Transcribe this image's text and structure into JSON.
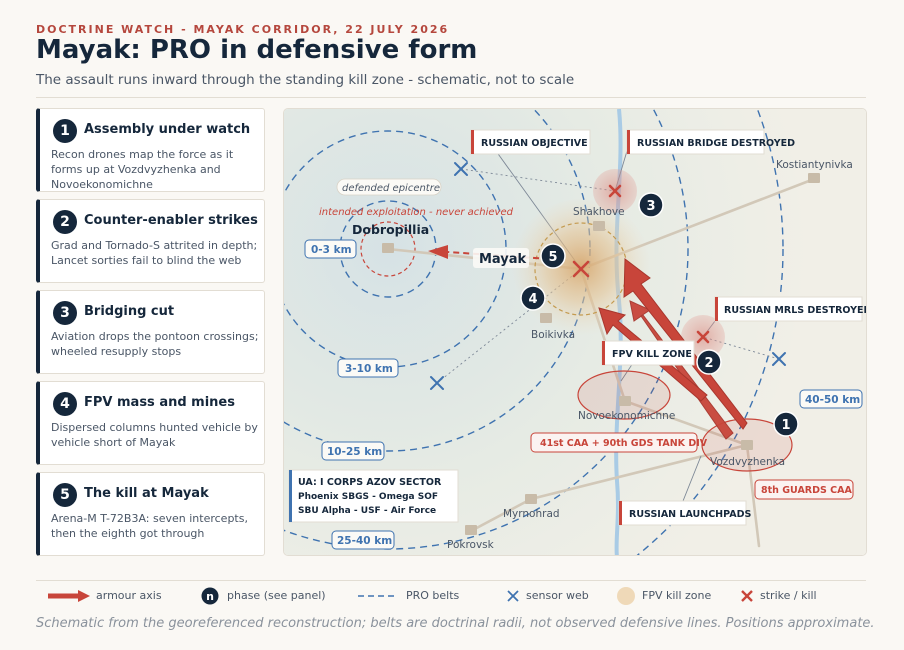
{
  "header": {
    "kicker": "DOCTRINE WATCH - MAYAK CORRIDOR, 22 JULY 2026",
    "title": "Mayak: PRO in defensive form",
    "subtitle": "The assault runs inward through the standing kill zone - schematic, not to scale"
  },
  "phases": [
    {
      "num": "1",
      "title": "Assembly under watch",
      "body": "Recon drones map the force as it forms up at Vozdvyzhenka and Novoekonomichne"
    },
    {
      "num": "2",
      "title": "Counter-enabler strikes",
      "body": "Grad and Tornado-S attrited in depth; Lancet sorties fail to blind the web"
    },
    {
      "num": "3",
      "title": "Bridging cut",
      "body": "Aviation drops the pontoon crossings; wheeled resupply stops"
    },
    {
      "num": "4",
      "title": "FPV mass and mines",
      "body": "Dispersed columns hunted vehicle by vehicle short of Mayak"
    },
    {
      "num": "5",
      "title": "The kill at Mayak",
      "body": "Arena-M T-72B3A: seven intercepts, then the eighth got through"
    }
  ],
  "map": {
    "places": {
      "dobropillia": "Dobropillia",
      "mayak": "Mayak",
      "shakhove": "Shakhove",
      "boikivka": "Boikivka",
      "kostiantynivka": "Kostiantynivka",
      "novoekonomichne": "Novoekonomichne",
      "vozdvyzhenka": "Vozdvyzhenka",
      "myrnohrad": "Myrnohrad",
      "pokrovsk": "Pokrovsk"
    },
    "annotations": {
      "defended_epicentre": "defended epicentre",
      "intended_exploitation": "intended exploitation - never achieved"
    },
    "belts": [
      "0-3 km",
      "3-10 km",
      "10-25 km",
      "25-40 km",
      "40-50 km"
    ],
    "callouts": {
      "objective": "RUSSIAN OBJECTIVE",
      "bridge": "RUSSIAN BRIDGE DESTROYED",
      "mrls": "RUSSIAN MRLS DESTROYED",
      "kill_zone": "FPV KILL ZONE",
      "launchpads": "RUSSIAN LAUNCHPADS"
    },
    "red_labels": {
      "caa41": "41st CAA + 90th GDS TANK DIV",
      "guards8": "8th GUARDS CAA"
    },
    "phase_markers": [
      "1",
      "2",
      "3",
      "4",
      "5"
    ],
    "ua_box": {
      "title": "UA: I CORPS AZOV SECTOR",
      "line1": "Phoenix SBGS - Omega SOF",
      "line2": "SBU Alpha - USF - Air Force"
    }
  },
  "legend": {
    "armour_axis": "armour axis",
    "phase": "phase (see panel)",
    "phase_symbol": "n",
    "pro_belts": "PRO belts",
    "sensor_web": "sensor web",
    "kill_zone": "FPV kill zone",
    "strike": "strike / kill"
  },
  "footer": "Schematic from the georeferenced reconstruction; belts are doctrinal radii, not observed defensive lines. Positions approximate.",
  "colors": {
    "navy": "#15273b",
    "red": "#c8453a",
    "blue": "#3f73b0",
    "river": "#a9cbe5",
    "settlement": "#c8bba8"
  }
}
